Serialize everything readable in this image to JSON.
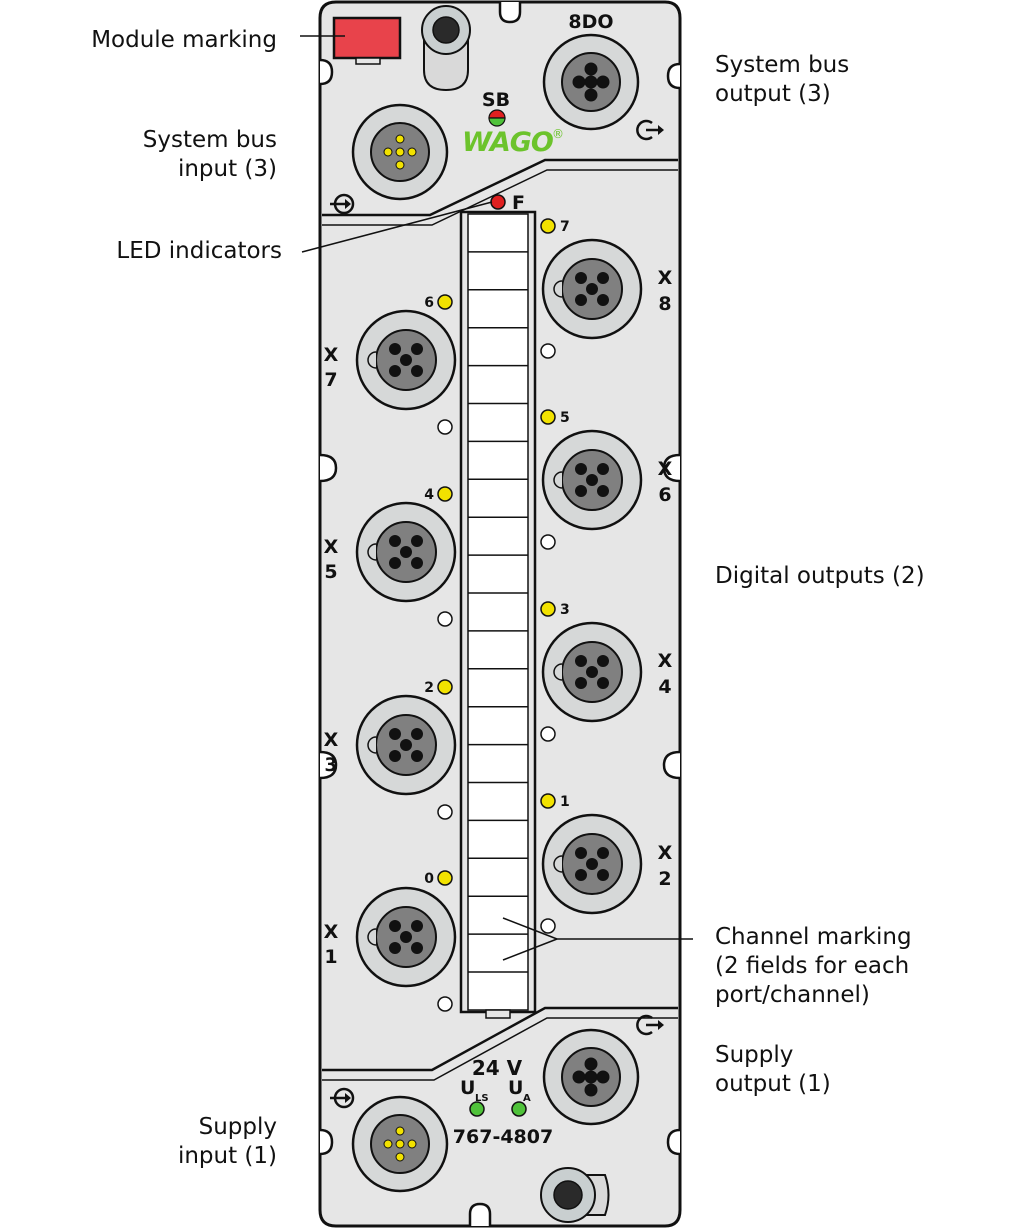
{
  "callouts": {
    "module_marking": {
      "lines": [
        "Module marking"
      ]
    },
    "system_bus_input": {
      "lines": [
        "System bus",
        "input (3)"
      ]
    },
    "led_indicators": {
      "lines": [
        "LED indicators"
      ]
    },
    "supply_input": {
      "lines": [
        "Supply",
        "input (1)"
      ]
    },
    "system_bus_output": {
      "lines": [
        "System bus",
        "output (3)"
      ]
    },
    "digital_outputs": {
      "lines": [
        "Digital outputs (2)"
      ]
    },
    "channel_marking": {
      "lines": [
        "Channel marking",
        "(2 fields for each",
        "port/channel)"
      ]
    },
    "supply_output": {
      "lines": [
        "Supply",
        "output (1)"
      ]
    }
  },
  "module": {
    "type_label": "8DO",
    "brand": "WAGO",
    "brand_mark": "®",
    "sb_label": "SB",
    "fault_label": "F",
    "voltage_label": "24 V",
    "uls_main": "U",
    "uls_sub": "LS",
    "ua_main": "U",
    "ua_sub": "A",
    "part_number": "767-4807",
    "colors": {
      "housing": "#e6e6e6",
      "marking_red": "#e8434b",
      "led_yellow": "#f2e200",
      "led_green": "#4fc23a",
      "led_red": "#e02020",
      "brand_green": "#6cc32c"
    }
  },
  "ports": [
    {
      "id": "x1",
      "x_label": "X",
      "num_label": "1",
      "led_label": "0"
    },
    {
      "id": "x2",
      "x_label": "X",
      "num_label": "2",
      "led_label": "1"
    },
    {
      "id": "x3",
      "x_label": "X",
      "num_label": "3",
      "led_label": "2"
    },
    {
      "id": "x4",
      "x_label": "X",
      "num_label": "4",
      "led_label": "3"
    },
    {
      "id": "x5",
      "x_label": "X",
      "num_label": "5",
      "led_label": "4"
    },
    {
      "id": "x6",
      "x_label": "X",
      "num_label": "6",
      "led_label": "5"
    },
    {
      "id": "x7",
      "x_label": "X",
      "num_label": "7",
      "led_label": "6"
    },
    {
      "id": "x8",
      "x_label": "X",
      "num_label": "8",
      "led_label": "7"
    }
  ],
  "icons": {
    "input_symbol": "bus-input-arrow-icon",
    "output_symbol": "bus-output-arrow-icon"
  }
}
